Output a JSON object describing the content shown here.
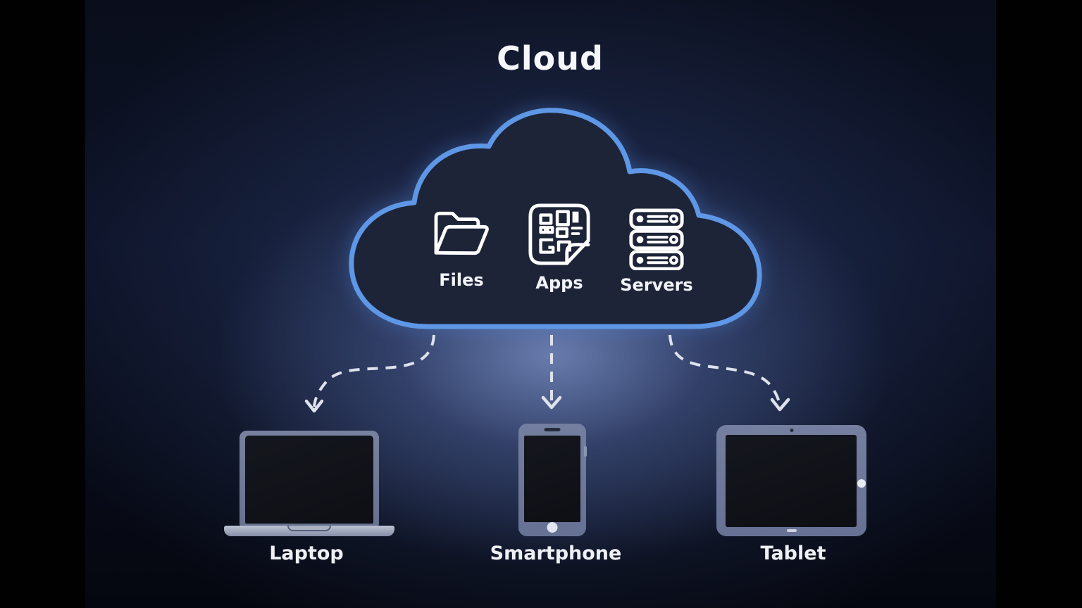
{
  "title": "Cloud",
  "cloud": {
    "items": [
      {
        "label": "Files",
        "icon": "folder-icon"
      },
      {
        "label": "Apps",
        "icon": "app-grid-document-icon"
      },
      {
        "label": "Servers",
        "icon": "server-stack-icon"
      }
    ]
  },
  "devices": [
    {
      "label": "Laptop",
      "icon": "laptop-icon"
    },
    {
      "label": "Smartphone",
      "icon": "smartphone-icon"
    },
    {
      "label": "Tablet",
      "icon": "tablet-icon"
    }
  ],
  "connections": [
    {
      "from": "cloud",
      "to": "Laptop",
      "style": "dashed-arrow"
    },
    {
      "from": "cloud",
      "to": "Smartphone",
      "style": "dashed-arrow"
    },
    {
      "from": "cloud",
      "to": "Tablet",
      "style": "dashed-arrow"
    }
  ],
  "colors": {
    "cloud_outline": "#5e97e6",
    "cloud_fill": "#1d2438",
    "icon_color": "#ffffff",
    "arrow_color": "#dde2ec",
    "device_body": "#6d7898",
    "device_screen": "#101218",
    "background_glow": "#4f6090",
    "background": "#0a0e1c",
    "text_color": "#f2f4f8"
  }
}
